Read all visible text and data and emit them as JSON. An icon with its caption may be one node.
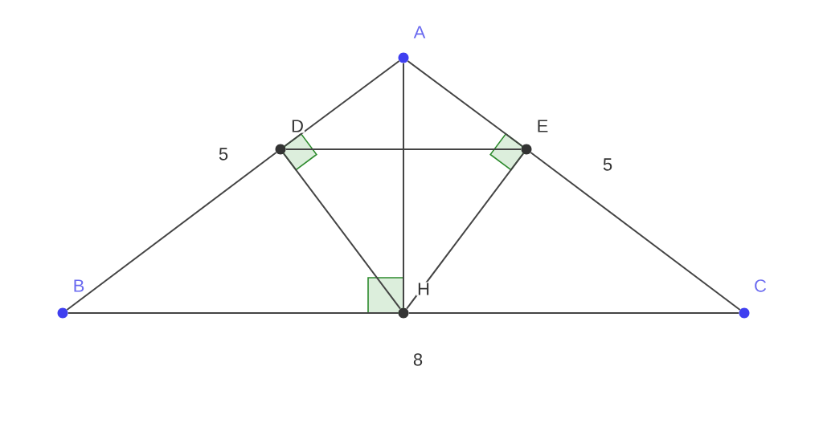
{
  "diagram": {
    "nodes": [
      {
        "text": [],
        "shape": "circle",
        "beside": [
          "A"
        ]
      },
      {
        "text": [],
        "shape": "circle",
        "beside": [
          "B"
        ]
      },
      {
        "text": [],
        "shape": "circle",
        "beside": [
          "C"
        ]
      },
      {
        "text": [],
        "shape": "circle",
        "beside": [
          "D"
        ]
      },
      {
        "text": [],
        "shape": "circle",
        "beside": [
          "E"
        ]
      },
      {
        "text": [],
        "shape": "circle",
        "beside": [
          "H"
        ]
      }
    ],
    "edges": [
      {
        "from": 0,
        "to": 3,
        "arrow": "none"
      },
      {
        "from": 3,
        "to": 1,
        "arrow": "none"
      },
      {
        "from": 0,
        "to": 4,
        "arrow": "none"
      },
      {
        "from": 4,
        "to": 2,
        "arrow": "none"
      },
      {
        "from": 1,
        "to": 5,
        "arrow": "none"
      },
      {
        "from": 5,
        "to": 2,
        "arrow": "none"
      },
      {
        "from": 0,
        "to": 5,
        "arrow": "none"
      },
      {
        "from": 3,
        "to": 4,
        "arrow": "none"
      },
      {
        "from": 3,
        "to": 5,
        "arrow": "none"
      },
      {
        "from": 4,
        "to": 5,
        "arrow": "none"
      }
    ],
    "labels": [
      "5",
      "5",
      "8"
    ]
  }
}
